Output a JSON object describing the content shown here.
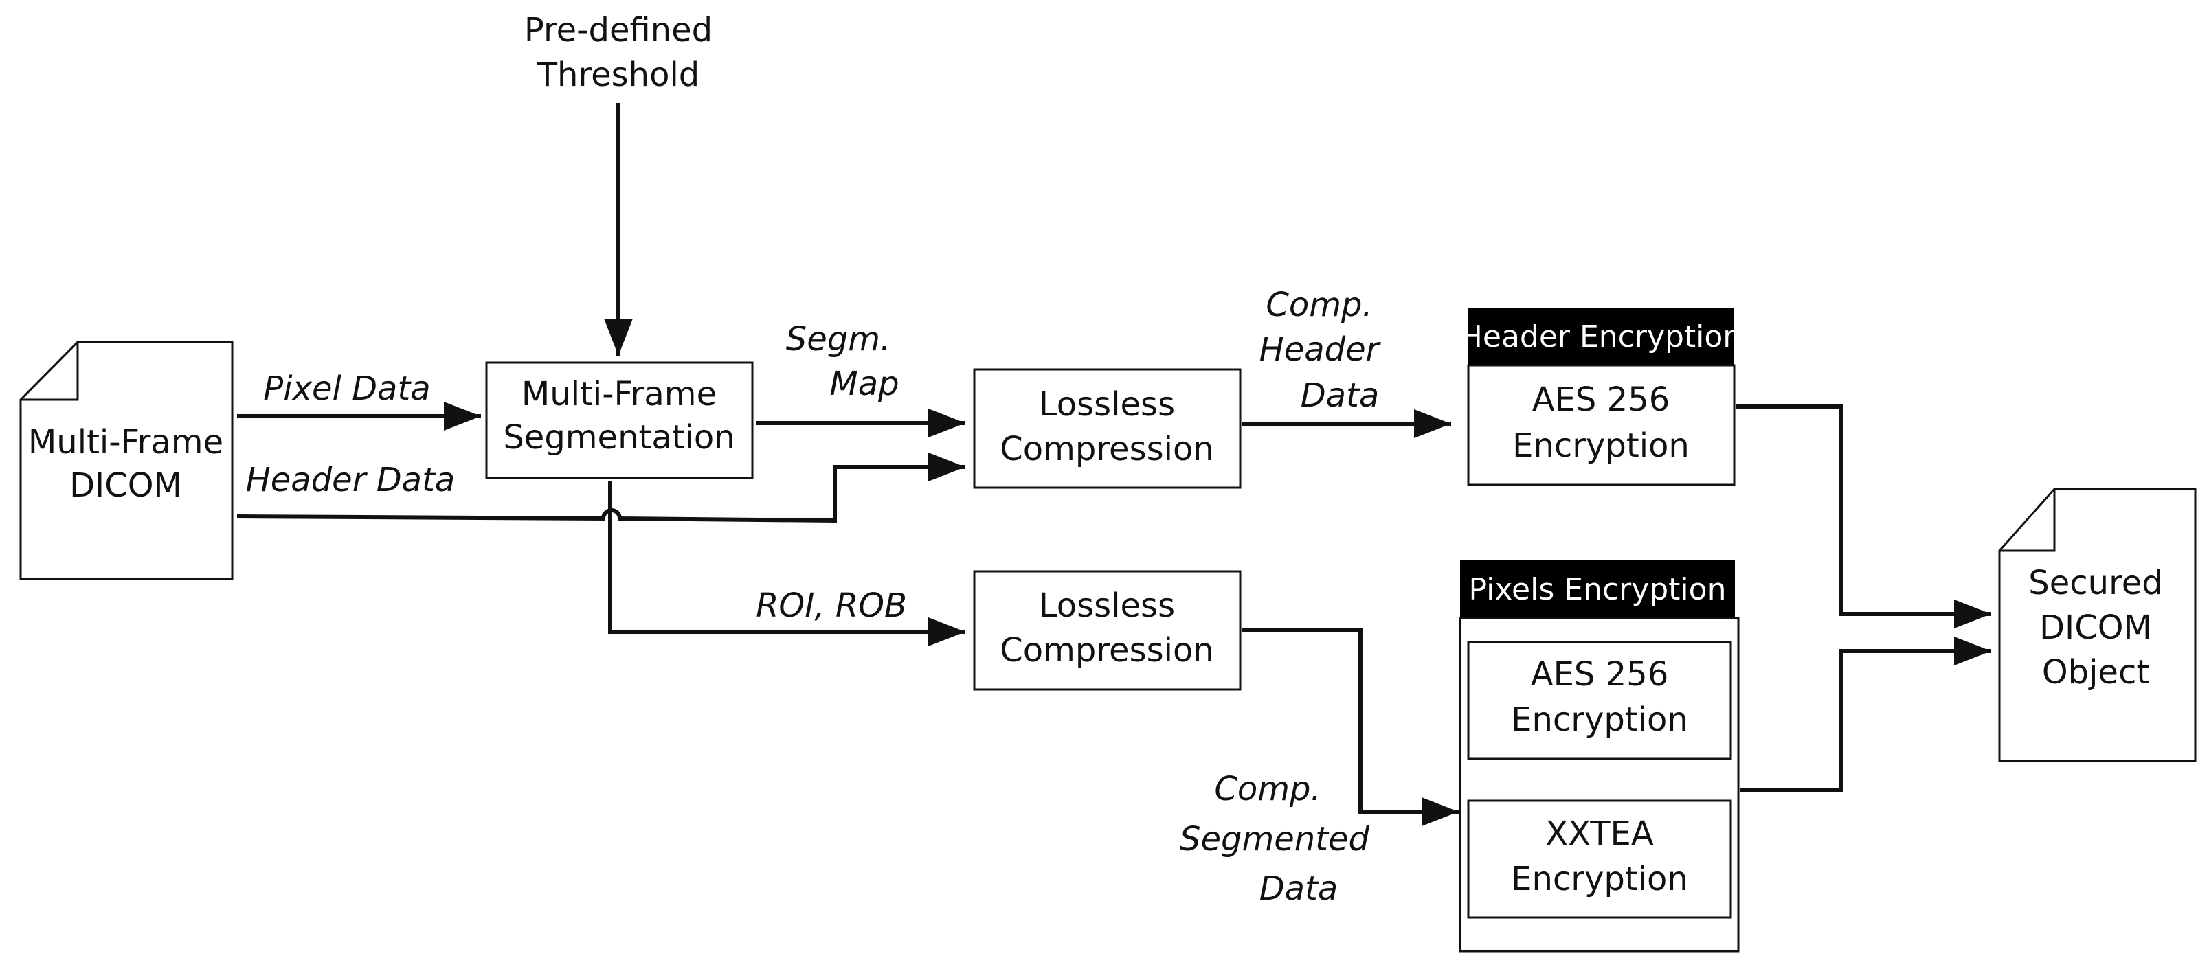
{
  "threshold": {
    "line1": "Pre-defined",
    "line2": "Threshold"
  },
  "source_doc": {
    "line1": "Multi-Frame",
    "line2": "DICOM"
  },
  "segmentation": {
    "line1": "Multi-Frame",
    "line2": "Segmentation"
  },
  "compression_top": {
    "line1": "Lossless",
    "line2": "Compression"
  },
  "compression_bottom": {
    "line1": "Lossless",
    "line2": "Compression"
  },
  "header_encryption": {
    "title": "Header Encryption",
    "aes": {
      "line1": "AES 256",
      "line2": "Encryption"
    }
  },
  "pixels_encryption": {
    "title": "Pixels Encryption",
    "aes": {
      "line1": "AES 256",
      "line2": "Encryption"
    },
    "xxtea": {
      "line1": "XXTEA",
      "line2": "Encryption"
    }
  },
  "output_doc": {
    "line1": "Secured",
    "line2": "DICOM",
    "line3": "Object"
  },
  "edge_labels": {
    "pixel_data": "Pixel Data",
    "header_data": "Header Data",
    "segm_map": {
      "line1": "Segm.",
      "line2": "Map"
    },
    "comp_header": {
      "line1": "Comp.",
      "line2": "Header",
      "line3": "Data"
    },
    "roi_rob": "ROI, ROB",
    "comp_segmented": {
      "line1": "Comp.",
      "line2": "Segmented",
      "line3": "Data"
    }
  }
}
